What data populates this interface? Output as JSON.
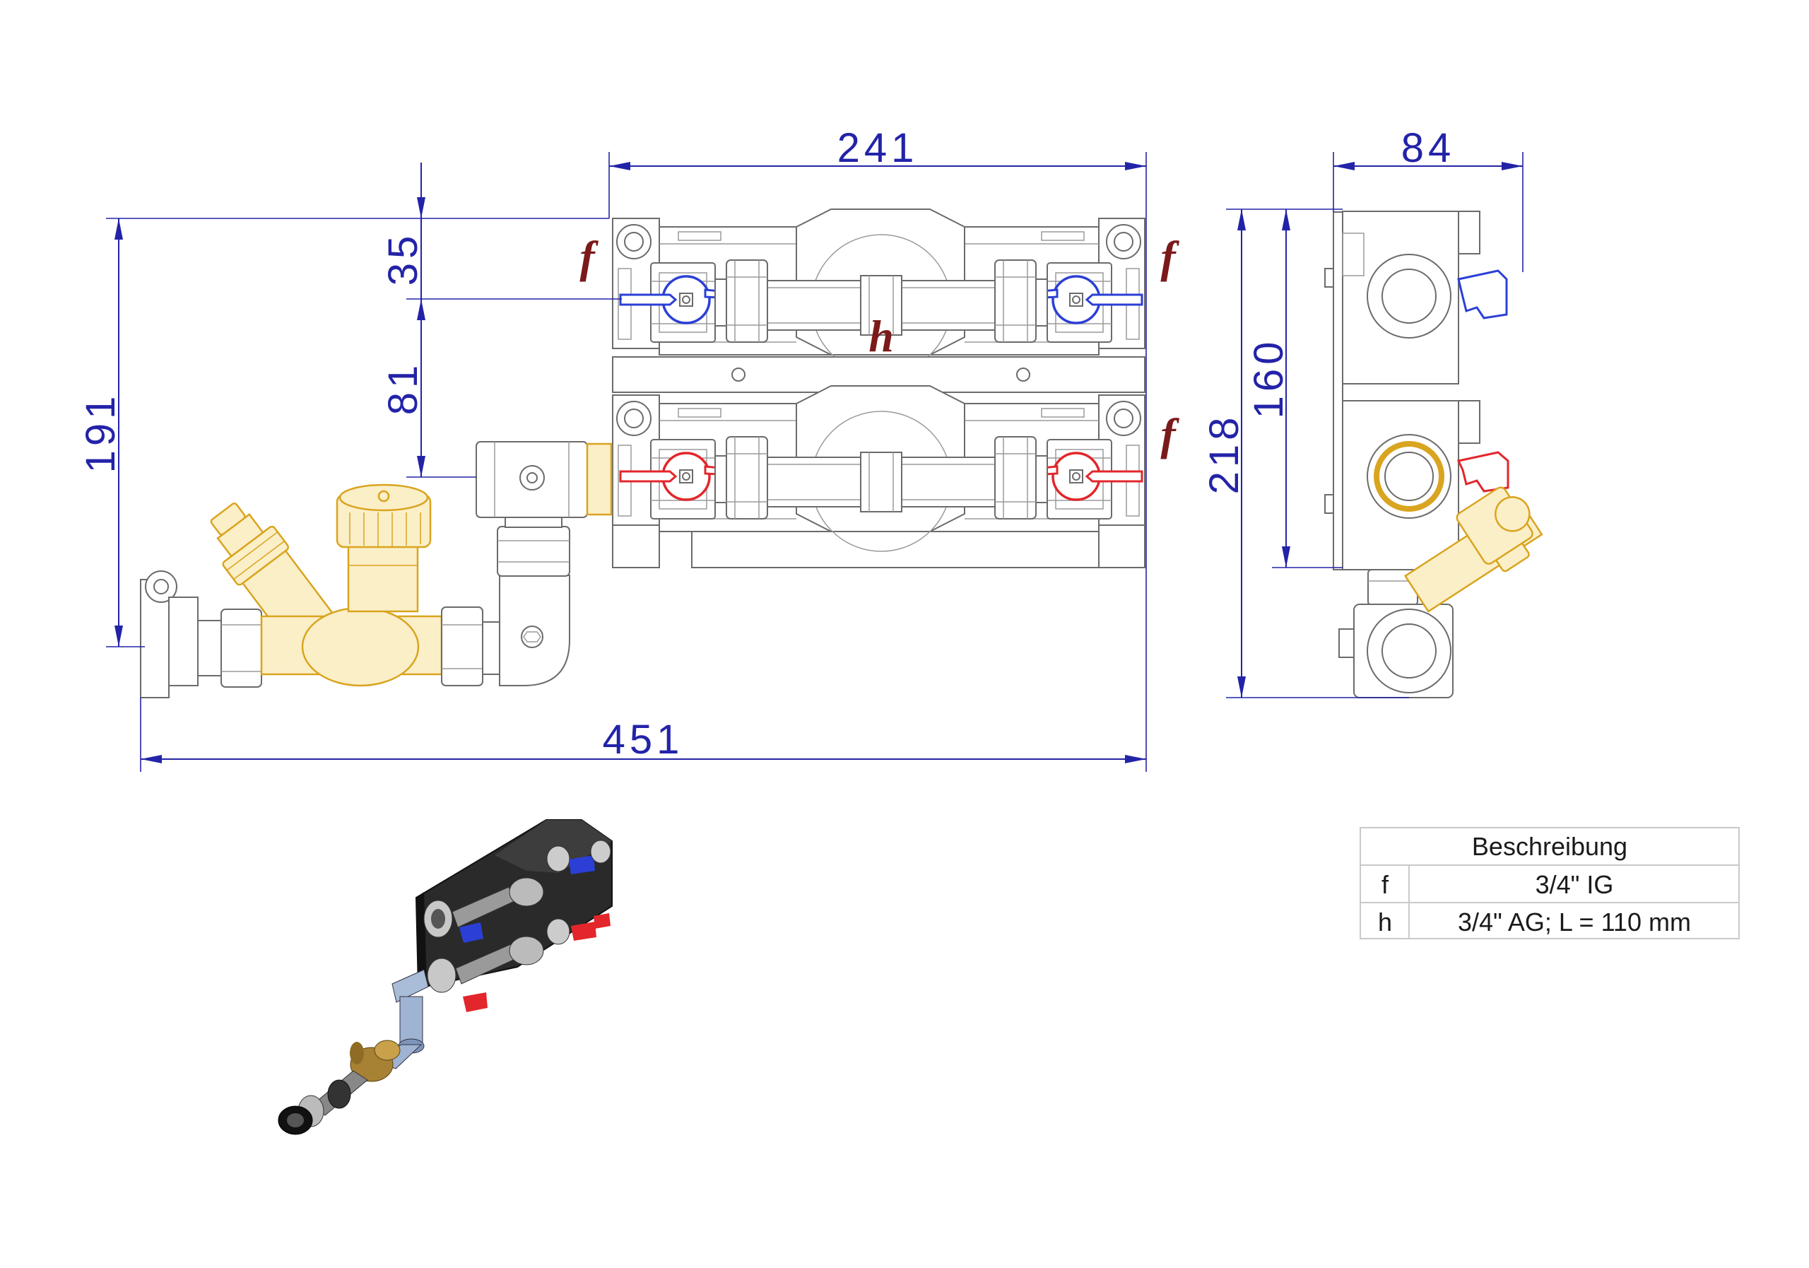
{
  "drawing": {
    "dimensions": {
      "top_width": "241",
      "side_depth": "84",
      "upper_offset": "35",
      "valve_spacing": "81",
      "left_height": "191",
      "side_height": "218",
      "side_inner_height": "160",
      "overall_width": "451"
    },
    "labels": {
      "f_upper_left": "f",
      "f_upper_right": "f",
      "f_lower_right": "f",
      "h_center": "h"
    }
  },
  "table": {
    "header": "Beschreibung",
    "rows": [
      {
        "key": "f",
        "value": "3/4\" IG"
      },
      {
        "key": "h",
        "value": "3/4\" AG; L = 110 mm"
      }
    ]
  },
  "colors": {
    "dimension": "#2323a8",
    "label": "#7b1a1a",
    "handle_blue": "#2b3fd6",
    "handle_red": "#e3262b",
    "brass": "#d9a41f"
  }
}
